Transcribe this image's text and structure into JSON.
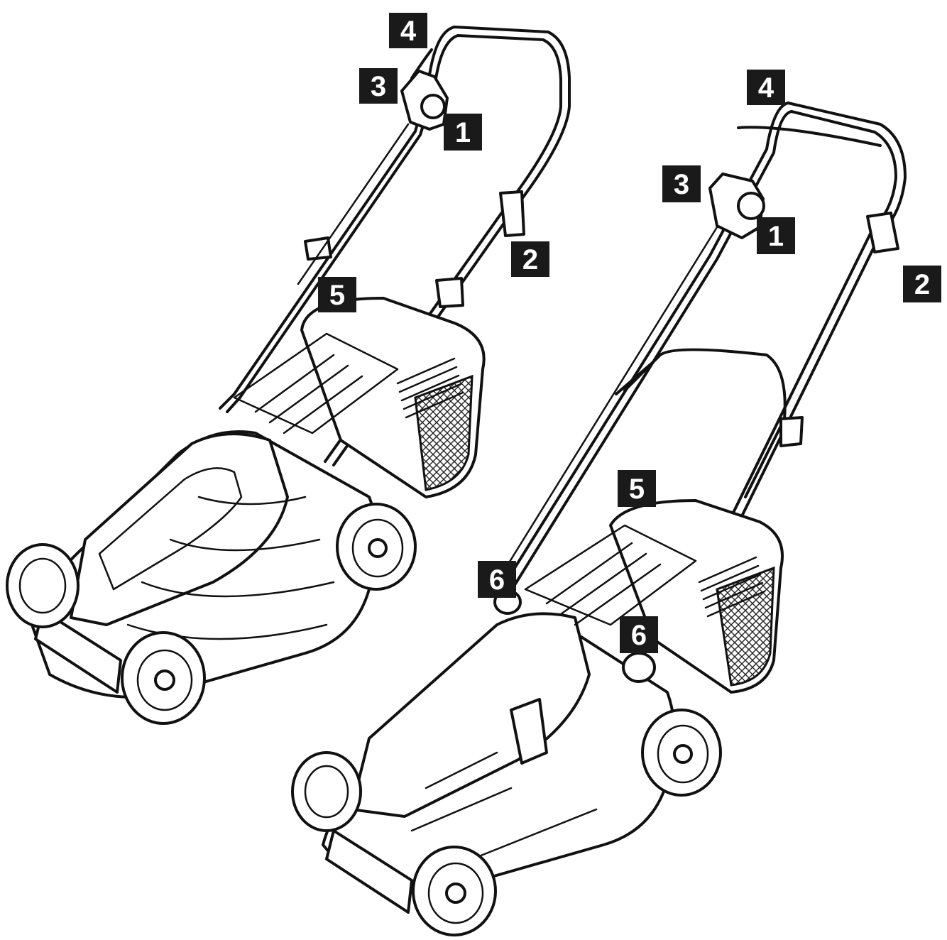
{
  "callouts": {
    "left": [
      "4",
      "3",
      "1",
      "2",
      "5"
    ],
    "right": [
      "4",
      "3",
      "1",
      "2",
      "5",
      "6",
      "6"
    ]
  },
  "colors": {
    "ink": "#111111",
    "label_fill": "#1a1a1a",
    "label_text": "#ffffff",
    "background": "#ffffff"
  }
}
